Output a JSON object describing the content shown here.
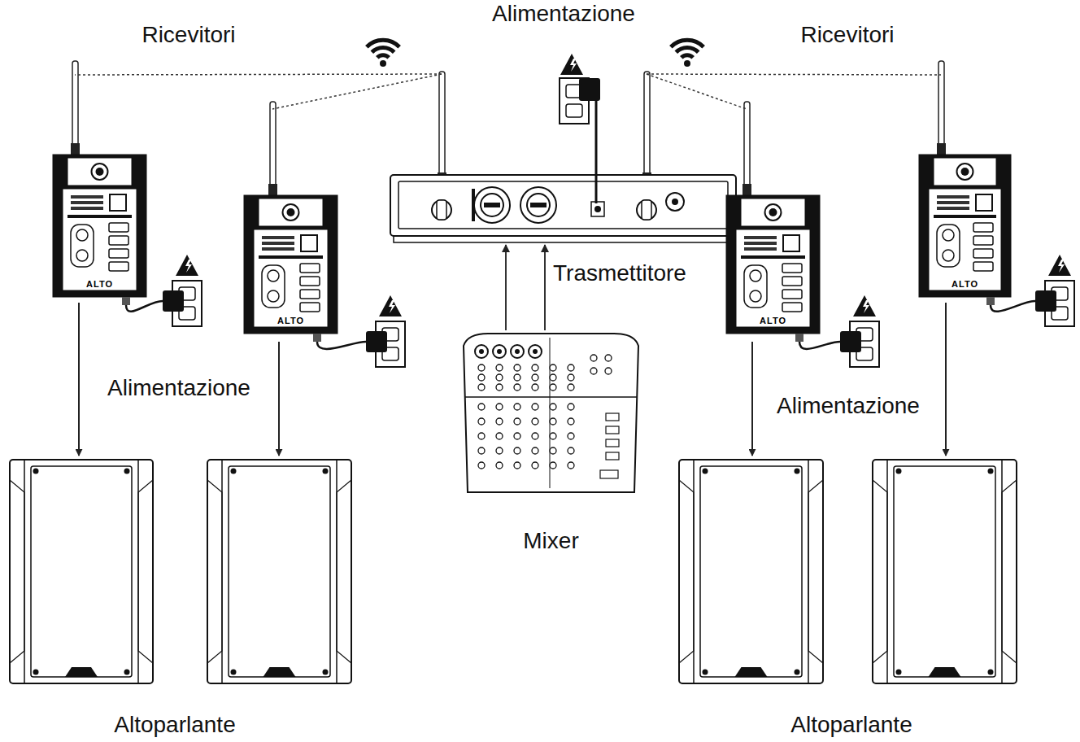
{
  "diagram": {
    "nodes": [
      {
        "text": [
          "ALTO"
        ]
      },
      {
        "text": [
          "ALTO"
        ]
      },
      {
        "text": [
          "Trasmettitore"
        ]
      },
      {
        "text": [
          "ALTO"
        ]
      },
      {
        "text": [
          "ALTO"
        ]
      },
      {
        "text": [
          "Mixer"
        ]
      }
    ],
    "edges": [
      {
        "from": 2,
        "to": 0,
        "arrow": "none"
      },
      {
        "from": 2,
        "to": 1,
        "arrow": "none"
      },
      {
        "from": 2,
        "to": 3,
        "arrow": "none"
      },
      {
        "from": 2,
        "to": 4,
        "arrow": "none"
      },
      {
        "from": 5,
        "to": 2,
        "arrow": "to"
      },
      {
        "from": 5,
        "to": 2,
        "arrow": "to"
      }
    ],
    "labels": [
      "Ricevitori",
      "Alimentazione",
      "Ricevitori",
      "Alimentazione",
      "Alimentazione",
      "Altoparlante",
      "Altoparlante"
    ]
  }
}
